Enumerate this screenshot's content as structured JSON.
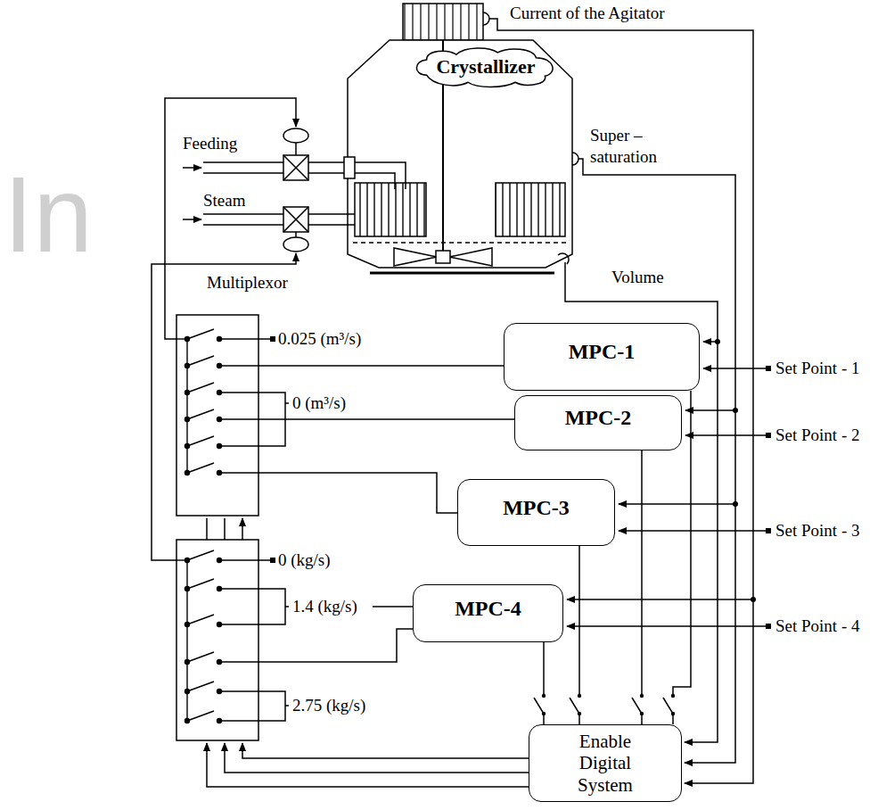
{
  "diagram": {
    "nodes": [
      {
        "text": [
          "Crystallizer"
        ]
      },
      {
        "text": [
          "MPC-1"
        ]
      },
      {
        "text": [
          "MPC-2"
        ]
      },
      {
        "text": [
          "MPC-3"
        ]
      },
      {
        "text": [
          "MPC-4"
        ]
      },
      {
        "text": [
          "Enable Digital System"
        ]
      }
    ],
    "edges": [
      {
        "from": 5,
        "to": 1,
        "arrow": "none"
      },
      {
        "from": 5,
        "to": 2,
        "arrow": "none"
      },
      {
        "from": 5,
        "to": 3,
        "arrow": "none"
      },
      {
        "from": 5,
        "to": 4,
        "arrow": "none"
      }
    ],
    "labels": [
      "In",
      "Current of the Agitator",
      "Feeding",
      "Super – saturation",
      "Steam",
      "Multiplexor",
      "Volume",
      "0.025 (m³/s)",
      "0 (m³/s)",
      "0 (kg/s)",
      "1.4 (kg/s)",
      "2.75 (kg/s)",
      "Set Point - 1",
      "Set Point - 2",
      "Set Point - 3",
      "Set Point - 4"
    ]
  }
}
